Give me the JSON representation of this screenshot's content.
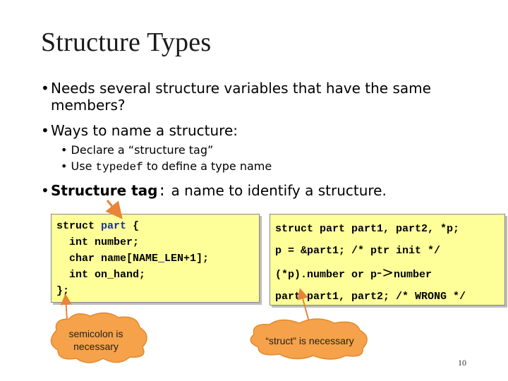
{
  "slide": {
    "title": "Structure Types",
    "bullets": [
      {
        "line1": "Needs several structure variables that have the same",
        "line2": "members?"
      },
      {
        "line1": "Ways to name a structure:"
      }
    ],
    "sub_bullets": [
      {
        "text": "Declare a “structure tag”"
      },
      {
        "prefix": "Use ",
        "code": "typedef",
        "suffix": " to define a type name"
      }
    ],
    "structure_tag": {
      "bold": "Structure tag",
      "colon": ":",
      "rest": " a name to identify a structure."
    },
    "left_code": {
      "kw1": "struct",
      "tag": "part",
      "brace_open": "{",
      "lines": [
        "int number;",
        "char name[NAME_LEN+1];",
        "int on_hand;"
      ],
      "close": "};"
    },
    "right_code": {
      "line1": "struct part part1, part2, *p;",
      "line2": "p = &part1; /* ptr init */",
      "line3_a": "(*p).number or p",
      "line3_arrow": "->",
      "line3_b": "number",
      "line4": "part part1, part2; /* WRONG */"
    },
    "callouts": {
      "left": [
        "semicolon is",
        "necessary"
      ],
      "right": "“struct” is necessary"
    },
    "page_number": "10"
  },
  "colors": {
    "code_bg": "#ffff99",
    "keyword": "#1b2fa8",
    "callout_fill": "#f5a24a",
    "arrow": "#e8843a"
  },
  "icons": [
    "bullet-dot",
    "callout-arrow"
  ]
}
